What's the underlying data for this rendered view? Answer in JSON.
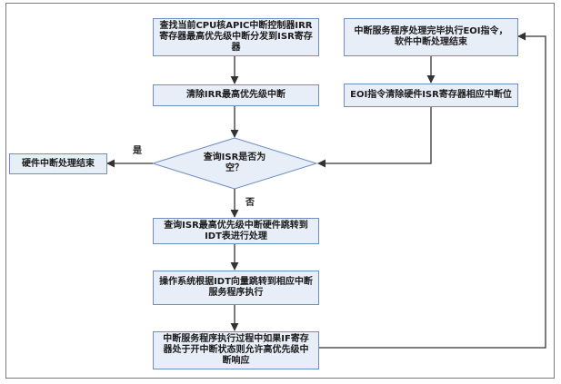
{
  "diagram": {
    "nodes": {
      "find_isr": "查找当前CPU核APIC中断控制器IRR寄存器最高优先级中断分发到ISR寄存器",
      "clear_irr": "清除IRR最高优先级中断",
      "decision": "查询ISR是否为空？",
      "hw_end": "硬件中断处理结束",
      "query_jump": "查询ISR最高优先级中断硬件跳转到IDT表进行处理",
      "os_jump": "操作系统根据IDT向量跳转到相应中断服务程序执行",
      "nested": "中断服务程序执行过程中如果IF寄存器处于开中断状态则允许高优先级中断响应",
      "eoi_exec": "中断服务程序处理完毕执行EOI指令，软件中断处理结束",
      "eoi_clear": "EOI指令清除硬件ISR寄存器相应中断位"
    },
    "edge_labels": {
      "yes": "是",
      "no": "否"
    },
    "colors": {
      "box_fill": "#e8eef8",
      "box_border": "#6f8fc0",
      "line": "#333333",
      "frame": "#7a7a7a"
    }
  }
}
